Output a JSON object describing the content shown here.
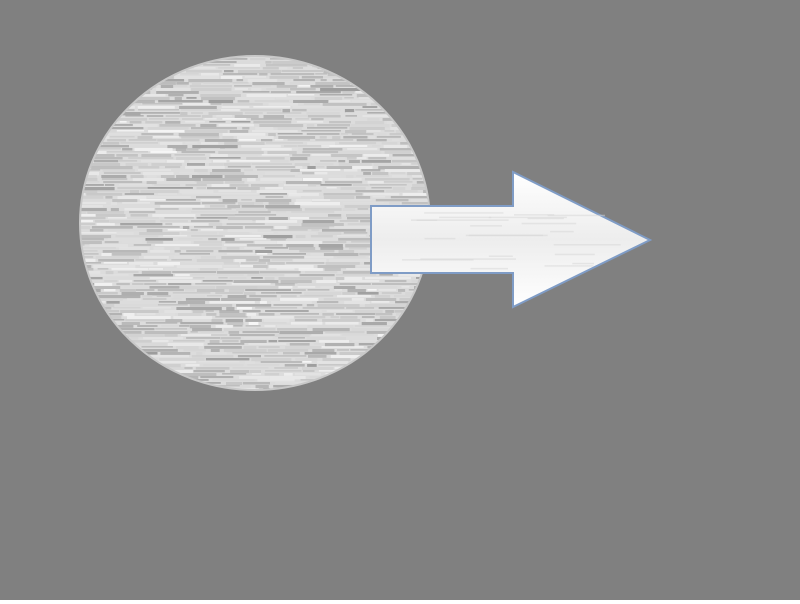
{
  "canvas": {
    "background": "#808080"
  },
  "circle": {
    "fill": "#dcdcdc",
    "stroke": "#c8c8c8",
    "texture": "horizontal-streaks"
  },
  "arrow": {
    "fill": "#f4f4f4",
    "stroke": "#7f9cc6",
    "direction": "right",
    "texture": "brushed"
  }
}
